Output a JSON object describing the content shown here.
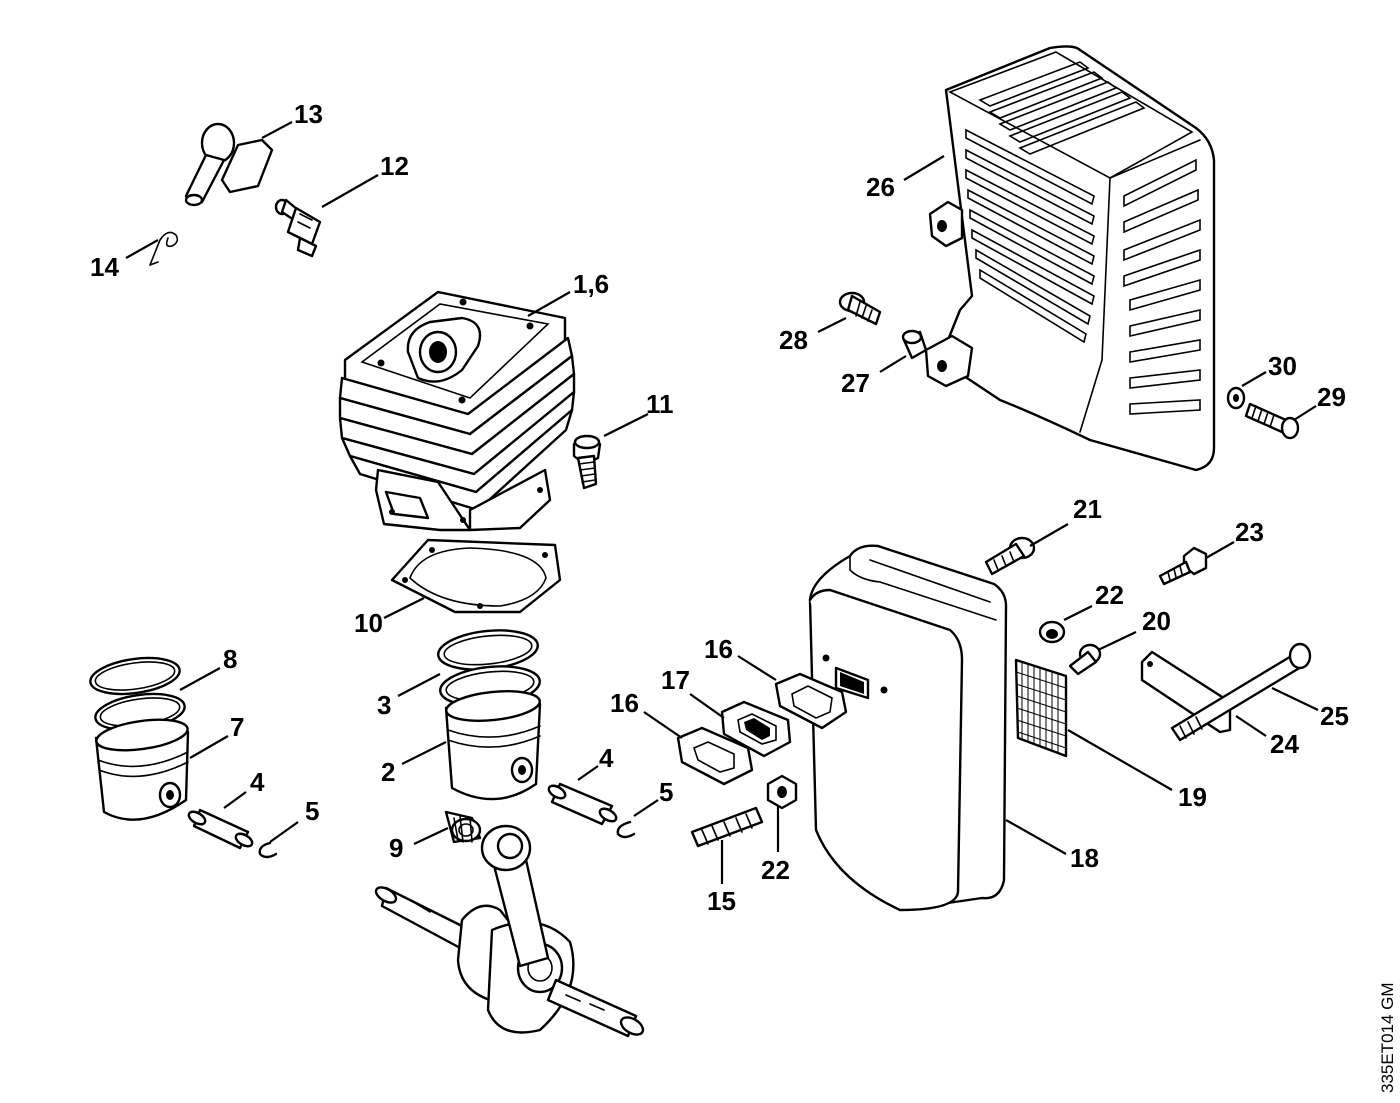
{
  "drawing_code": "335ET014 GM",
  "labels": {
    "p13": "13",
    "p12": "12",
    "p14": "14",
    "p1_6": "1,6",
    "p11": "11",
    "p10": "10",
    "p8": "8",
    "p7": "7",
    "p4a": "4",
    "p5a": "5",
    "p3": "3",
    "p2": "2",
    "p4b": "4",
    "p5b": "5",
    "p9": "9",
    "p16a": "16",
    "p17": "17",
    "p16b": "16",
    "p22a": "22",
    "p15": "15",
    "p21": "21",
    "p23": "23",
    "p22b": "22",
    "p20": "20",
    "p25": "25",
    "p24": "24",
    "p19": "19",
    "p18": "18",
    "p26": "26",
    "p28": "28",
    "p27": "27",
    "p30": "30",
    "p29": "29"
  }
}
